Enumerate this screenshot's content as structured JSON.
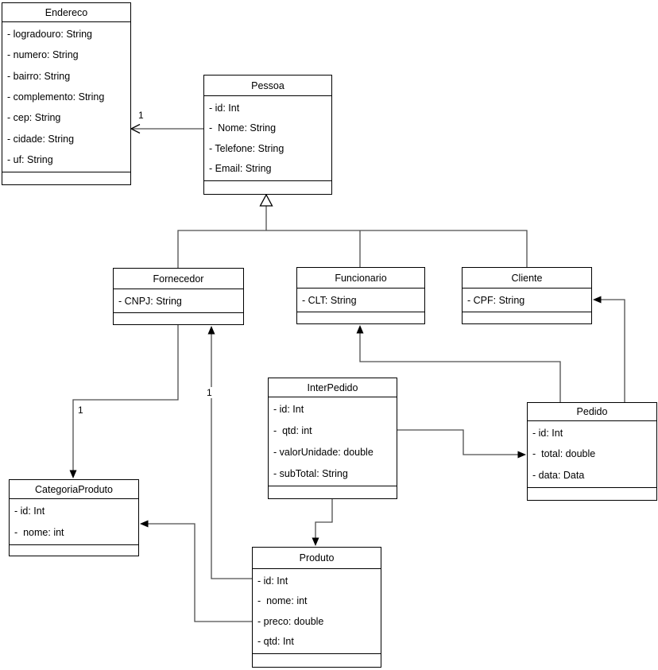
{
  "diagram": {
    "type": "uml-class-diagram",
    "colors": {
      "stroke": "#000000",
      "edge": "#4d4d4d",
      "fill": "#ffffff",
      "background": "#ffffff",
      "text": "#000000"
    },
    "classes": [
      {
        "name": "Endereco",
        "attributes": [
          "- logradouro: String",
          "- numero: String",
          "- bairro: String",
          "- complemento: String",
          "- cep: String",
          "- cidade: String",
          "- uf: String"
        ]
      },
      {
        "name": "Pessoa",
        "attributes": [
          "- id: Int",
          "-  Nome: String",
          "- Telefone: String",
          "- Email: String"
        ]
      },
      {
        "name": "Fornecedor",
        "attributes": [
          "- CNPJ: String"
        ]
      },
      {
        "name": "Funcionario",
        "attributes": [
          "- CLT: String"
        ]
      },
      {
        "name": "Cliente",
        "attributes": [
          "- CPF: String"
        ]
      },
      {
        "name": "InterPedido",
        "attributes": [
          "- id: Int",
          "-  qtd: int",
          "- valorUnidade: double",
          "- subTotal: String"
        ]
      },
      {
        "name": "Pedido",
        "attributes": [
          "- id: Int",
          "-  total: double",
          "- data: Data"
        ]
      },
      {
        "name": "CategoriaProduto",
        "attributes": [
          "- id: Int",
          "-  nome: int"
        ]
      },
      {
        "name": "Produto",
        "attributes": [
          "- id: Int",
          "-  nome: int",
          "- preco: double",
          "- qtd: Int"
        ]
      }
    ],
    "relationships": [
      {
        "from": "Pessoa",
        "to": "Endereco",
        "type": "association",
        "arrow": "open",
        "label": "1"
      },
      {
        "from": "Fornecedor",
        "to": "Pessoa",
        "type": "inheritance",
        "arrow": "hollow-triangle"
      },
      {
        "from": "Funcionario",
        "to": "Pessoa",
        "type": "inheritance",
        "arrow": "hollow-triangle"
      },
      {
        "from": "Cliente",
        "to": "Pessoa",
        "type": "inheritance",
        "arrow": "hollow-triangle"
      },
      {
        "from": "Fornecedor",
        "to": "CategoriaProduto",
        "type": "association",
        "arrow": "filled",
        "label": "1"
      },
      {
        "from": "Produto",
        "to": "Fornecedor",
        "type": "association",
        "arrow": "filled",
        "label": "1"
      },
      {
        "from": "Produto",
        "to": "CategoriaProduto",
        "type": "association",
        "arrow": "filled"
      },
      {
        "from": "InterPedido",
        "to": "Produto",
        "type": "association",
        "arrow": "filled"
      },
      {
        "from": "InterPedido",
        "to": "Pedido",
        "type": "association",
        "arrow": "filled"
      },
      {
        "from": "Pedido",
        "to": "Funcionario",
        "type": "association",
        "arrow": "filled"
      },
      {
        "from": "Pedido",
        "to": "Cliente",
        "type": "association",
        "arrow": "filled"
      }
    ]
  }
}
